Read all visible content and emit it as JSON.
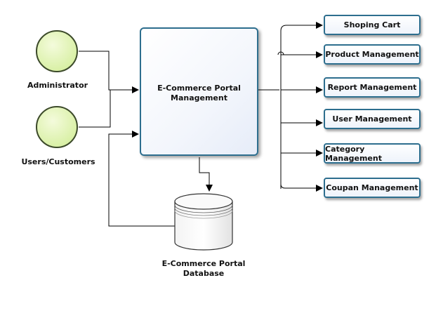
{
  "actors": [
    {
      "label": "Administrator"
    },
    {
      "label": "Users/Customers"
    }
  ],
  "portal": {
    "line1": "E-Commerce Portal",
    "line2": "Management"
  },
  "database": {
    "line1": "E-Commerce Portal",
    "line2": "Database"
  },
  "modules": [
    {
      "label": "Shoping Cart"
    },
    {
      "label": "Product Management"
    },
    {
      "label": "Report Management"
    },
    {
      "label": "User  Management"
    },
    {
      "label": "Category Management"
    },
    {
      "label": "Coupan Management"
    }
  ],
  "colors": {
    "actor_fill": "#e4f5b3",
    "actor_stroke": "#3c4a2a",
    "box_border": "#2d6e8e",
    "connector": "#000000"
  }
}
